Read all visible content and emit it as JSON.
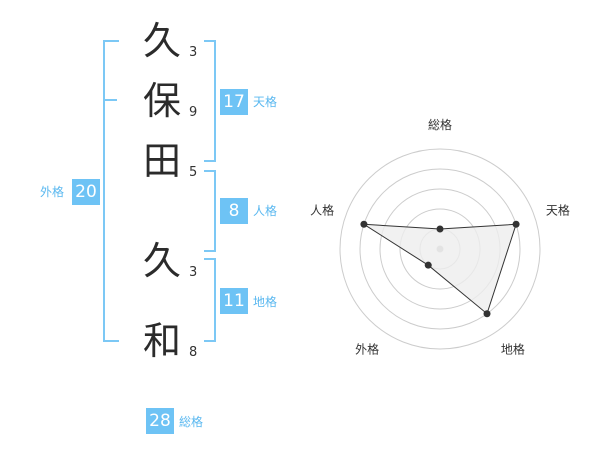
{
  "name": {
    "chars": [
      {
        "char": "久",
        "strokes": "3"
      },
      {
        "char": "保",
        "strokes": "9"
      },
      {
        "char": "田",
        "strokes": "5"
      },
      {
        "char": "久",
        "strokes": "3"
      },
      {
        "char": "和",
        "strokes": "8"
      }
    ]
  },
  "fortunes": {
    "tenkaku": {
      "value": "17",
      "label": "天格"
    },
    "jinkaku": {
      "value": "8",
      "label": "人格"
    },
    "chikaku": {
      "value": "11",
      "label": "地格"
    },
    "gaikaku": {
      "value": "20",
      "label": "外格"
    },
    "soukaku": {
      "value": "28",
      "label": "総格"
    }
  },
  "chart_data": {
    "type": "radar",
    "axes": [
      "総格",
      "天格",
      "地格",
      "外格",
      "人格"
    ],
    "values": [
      1,
      4,
      4,
      1,
      4
    ],
    "max": 5,
    "colors": {
      "fill": "#eeeeee",
      "stroke": "#333333",
      "grid": "#cccccc",
      "center": "#bbbbbb"
    }
  }
}
